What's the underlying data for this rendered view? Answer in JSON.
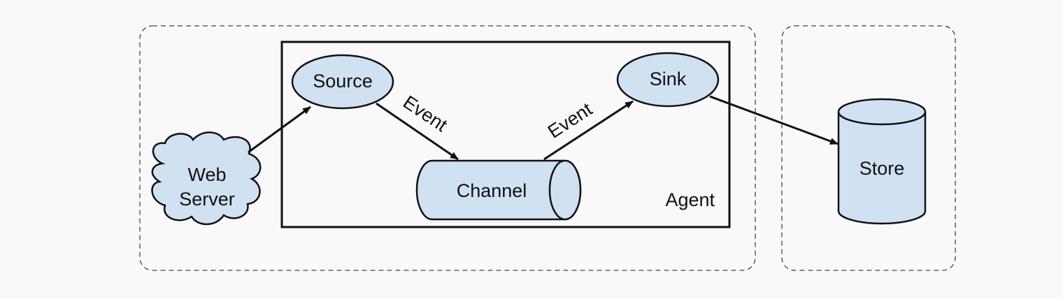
{
  "diagram": {
    "colors": {
      "background": "#f9f9f9",
      "node_fill": "#d0e1f2",
      "stroke": "#111111",
      "boundary": "#444444"
    },
    "nodes": {
      "web_server": {
        "line1": "Web",
        "line2": "Server"
      },
      "source": {
        "label": "Source"
      },
      "channel": {
        "label": "Channel"
      },
      "sink": {
        "label": "Sink"
      },
      "store": {
        "label": "Store"
      }
    },
    "agent": {
      "label": "Agent"
    },
    "edges": {
      "source_to_channel": {
        "label": "Event"
      },
      "channel_to_sink": {
        "label": "Event"
      }
    }
  }
}
